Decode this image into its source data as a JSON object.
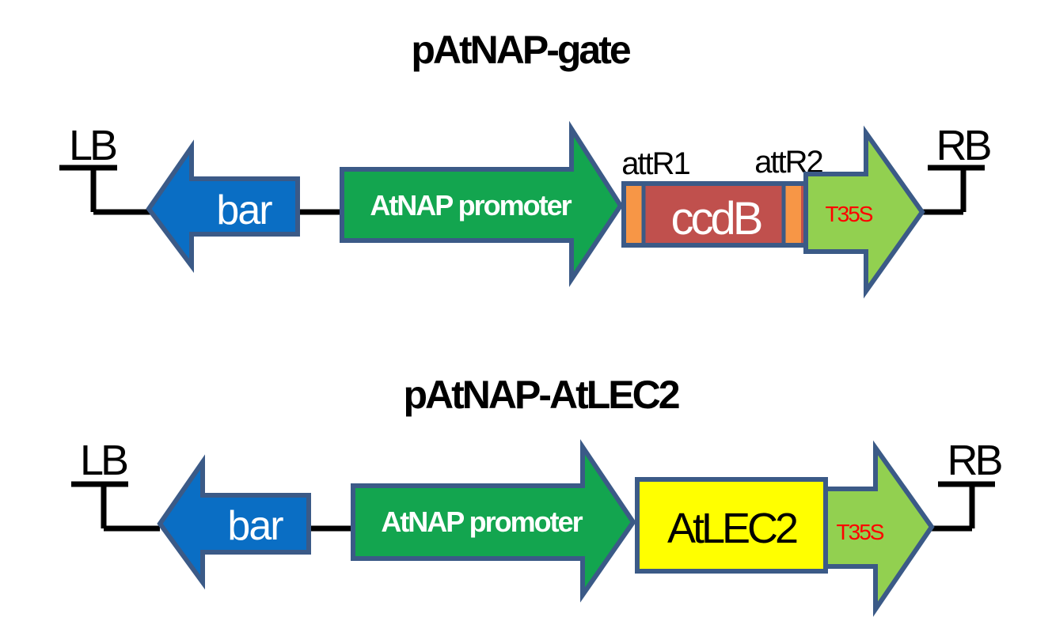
{
  "constructs": [
    {
      "title": "pAtNAP-gate",
      "left_border": "LB",
      "right_border": "RB",
      "selection_marker": "bar",
      "promoter": "AtNAP promoter",
      "site_left": "attR1",
      "site_right": "attR2",
      "insert": "ccdB",
      "terminator": "T35S"
    },
    {
      "title": "pAtNAP-AtLEC2",
      "left_border": "LB",
      "right_border": "RB",
      "selection_marker": "bar",
      "promoter": "AtNAP promoter",
      "insert": "AtLEC2",
      "terminator": "T35S"
    }
  ],
  "colors": {
    "bar": "#0a6ec4",
    "promoter": "#13a54f",
    "ccdb": "#c0504d",
    "att_site": "#f79646",
    "atlec2": "#ffff00",
    "terminator": "#92d050",
    "terminator_text": "#ff0000",
    "outline": "#3b5a87"
  }
}
